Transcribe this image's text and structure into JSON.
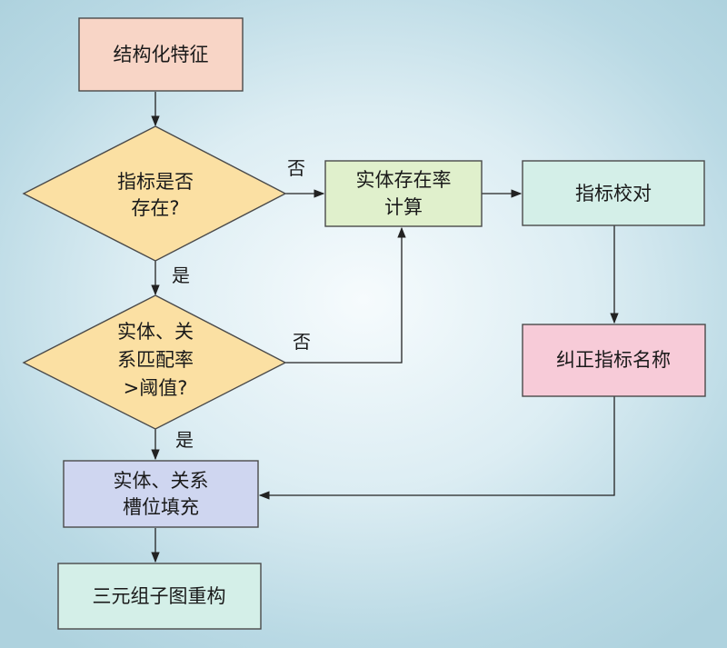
{
  "nodes": {
    "structured_features": {
      "label": "结构化特征",
      "fill": "#f8d5c6"
    },
    "indicator_exists": {
      "lines": [
        "指标是否",
        "存在?"
      ],
      "fill": "#fbe0a3"
    },
    "entity_rate": {
      "lines": [
        "实体存在率",
        "计算"
      ],
      "fill": "#e0f0cc"
    },
    "indicator_check": {
      "label": "指标校对",
      "fill": "#d4efe8"
    },
    "correct_name": {
      "label": "纠正指标名称",
      "fill": "#f7cbd8"
    },
    "match_rate": {
      "lines": [
        "实体、关",
        "系匹配率",
        ">阈值?"
      ],
      "fill": "#fbe0a3"
    },
    "slot_fill": {
      "lines": [
        "实体、关系",
        "槽位填充"
      ],
      "fill": "#cfd6f0"
    },
    "rebuild": {
      "label": "三元组子图重构",
      "fill": "#d4efe8"
    }
  },
  "edge_labels": {
    "no1": "否",
    "no2": "否",
    "yes1": "是",
    "yes2": "是"
  }
}
